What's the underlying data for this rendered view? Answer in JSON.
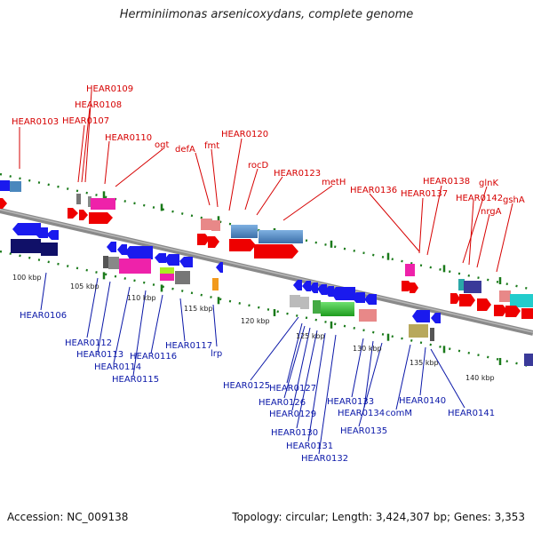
{
  "title": "Herminiimonas arsenicoxydans, complete genome",
  "footer": {
    "accession": "Accession: NC_009138",
    "summary": "Topology: circular; Length: 3,424,307 bp; Genes: 3,353"
  },
  "colors": {
    "forward_label": "#d60000",
    "reverse_label": "#0a17a8",
    "backbone": "#7a7a7a",
    "tick": "#1a7a1a"
  },
  "scale_labels": [
    "100 kbp",
    "105 kbp",
    "110 kbp",
    "115 kbp",
    "120 kbp",
    "125 kbp",
    "130 kbp",
    "135 kbp",
    "140 kbp"
  ],
  "forward_labels": [
    "HEAR0103",
    "HEAR0109",
    "HEAR0108",
    "HEAR0107",
    "HEAR0110",
    "ogt",
    "defA",
    "fmt",
    "HEAR0120",
    "rocD",
    "HEAR0123",
    "metH",
    "HEAR0136",
    "HEAR0137",
    "HEAR0138",
    "glnK",
    "HEAR0142",
    "nrgA",
    "gshA"
  ],
  "reverse_labels": [
    "HEAR0106",
    "HEAR0112",
    "HEAR0113",
    "HEAR0114",
    "HEAR0115",
    "HEAR0116",
    "HEAR0117",
    "lrp",
    "HEAR0125",
    "HEAR0127",
    "HEAR0126",
    "HEAR0129",
    "HEAR0130",
    "HEAR0131",
    "HEAR0132",
    "HEAR0133",
    "HEAR0134",
    "HEAR0135",
    "comM",
    "HEAR0140",
    "HEAR0141"
  ]
}
